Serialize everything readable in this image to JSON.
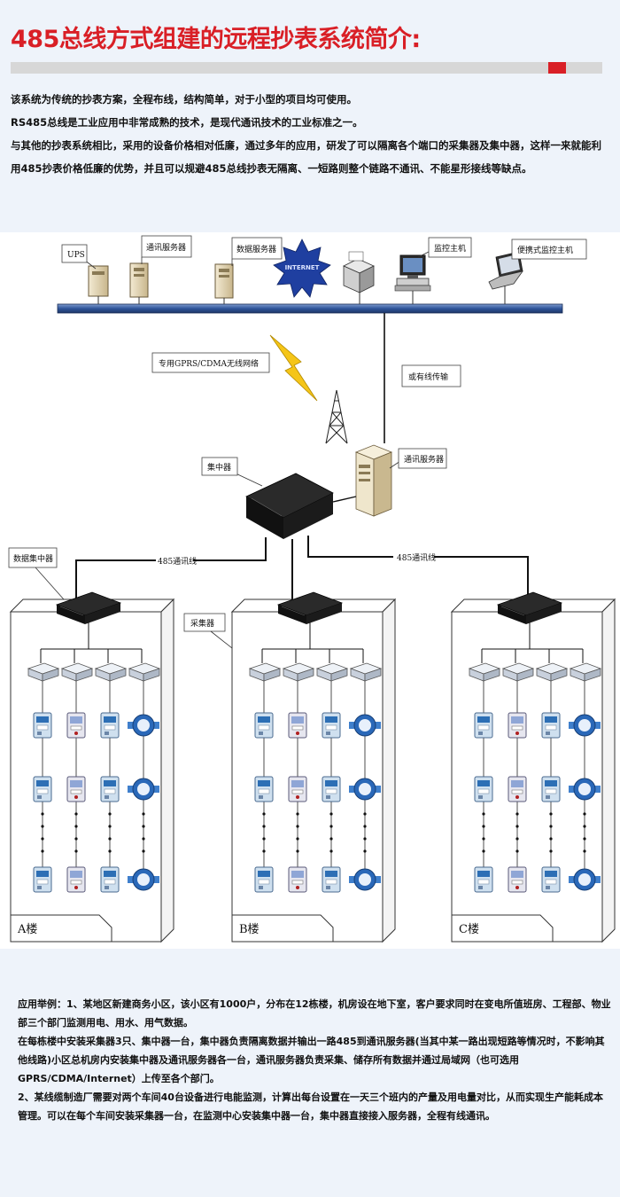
{
  "header": {
    "title": "485总线方式组建的远程抄表系统简介:"
  },
  "intro": {
    "line1": "该系统为传统的抄表方案，全程布线，结构简单，对于小型的项目均可使用。",
    "line2": "RS485总线是工业应用中非常成熟的技术，是现代通讯技术的工业标准之一。",
    "line3": "与其他的抄表系统相比，采用的设备价格相对低廉，通过多年的应用，研发了可以隔离各个端口的采集器及集中器，这样一来就能利用485抄表价格低廉的优势，并且可以规避485总线抄表无隔离、一短路则整个链路不通讯、不能星形接线等缺点。"
  },
  "diagram": {
    "labels": {
      "ups": "UPS",
      "comm_server_top": "通讯服务器",
      "data_server": "数据服务器",
      "internet": "INTERNET",
      "monitor_host": "监控主机",
      "laptop_host": "便携式监控主机",
      "gprs": "专用GPRS/CDMA无线网络",
      "wired": "或有线传输",
      "comm_server": "通讯服务器",
      "concentrator": "集中器",
      "data_concentrator": "数据集中器",
      "bus_left": "485通讯线",
      "bus_right": "485通讯线",
      "collector": "采集器"
    },
    "buildings": [
      "A楼",
      "B楼",
      "C楼"
    ]
  },
  "examples": {
    "line1": "应用举例：1、某地区新建商务小区，该小区有1000户，分布在12栋楼，机房设在地下室，客户要求同时在变电所值班房、工程部、物业部三个部门监测用电、用水、用气数据。",
    "line2": "在每栋楼中安装采集器3只、集中器一台，集中器负责隔离数据并输出一路485到通讯服务器(当其中某一路出现短路等情况时，不影响其他线路)小区总机房内安装集中器及通讯服务器各一台，通讯服务器负责采集、储存所有数据并通过局域网（也可选用GPRS/CDMA/Internet）上传至各个部门。",
    "line3": "2、某线缆制造厂需要对两个车间40台设备进行电能监测，计算出每台设置在一天三个班内的产量及用电量对比，从而实现生产能耗成本管理。可以在每个车间安装采集器一台，在监测中心安装集中器一台，集中器直接接入服务器，全程有线通讯。"
  },
  "colors": {
    "title_red": "#d91f26",
    "band": "#eef3fa",
    "bus": "#3a5f9e",
    "internet_star": "#1f3fa0"
  }
}
